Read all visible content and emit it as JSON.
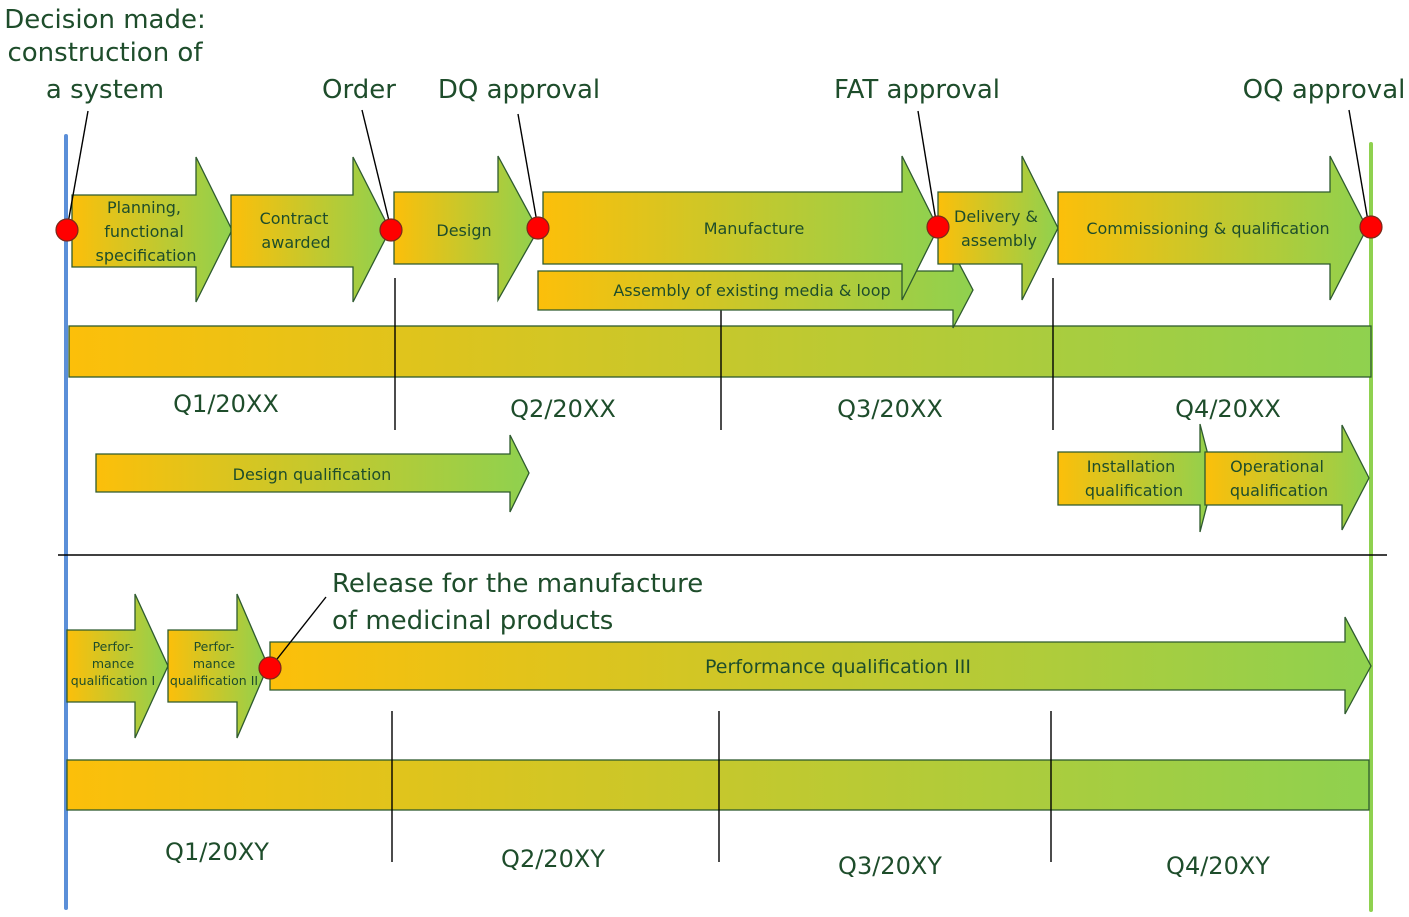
{
  "colors": {
    "gradient_start": "#fcbf0a",
    "gradient_end": "#8fd14f",
    "start_line": "#5b8fd8",
    "end_line": "#8fd14f",
    "milestone": "#ff0000",
    "text": "#1e4d2b"
  },
  "milestones_top": [
    {
      "label_lines": [
        "Decision made:",
        "construction of",
        "a system"
      ]
    },
    {
      "label_lines": [
        "Order"
      ]
    },
    {
      "label_lines": [
        "DQ approval"
      ]
    },
    {
      "label_lines": [
        "FAT approval"
      ]
    },
    {
      "label_lines": [
        "OQ approval"
      ]
    }
  ],
  "milestones_bottom": [
    {
      "label_lines": [
        "Release for the manufacture",
        "of medicinal products"
      ]
    }
  ],
  "phases_top": [
    {
      "label_lines": [
        "Planning,",
        "functional",
        "specification"
      ]
    },
    {
      "label_lines": [
        "Contract",
        "awarded"
      ]
    },
    {
      "label_lines": [
        "Design"
      ]
    },
    {
      "label_lines": [
        "Manufacture"
      ]
    },
    {
      "label_lines": [
        "Delivery &",
        "assembly"
      ]
    },
    {
      "label_lines": [
        "Commissioning & qualification"
      ]
    },
    {
      "label_lines": [
        "Assembly of existing media & loop"
      ]
    }
  ],
  "qualification_top": [
    {
      "label_lines": [
        "Design qualification"
      ]
    },
    {
      "label_lines": [
        "Installation",
        "qualification"
      ]
    },
    {
      "label_lines": [
        "Operational",
        "qualification"
      ]
    }
  ],
  "phases_bottom": [
    {
      "label_lines": [
        "Perfor-",
        "mance",
        "qualification I"
      ]
    },
    {
      "label_lines": [
        "Perfor-",
        "mance",
        "qualification II"
      ]
    },
    {
      "label_lines": [
        "Performance qualification III"
      ]
    }
  ],
  "quarters_top": [
    "Q1/20XX",
    "Q2/20XX",
    "Q3/20XX",
    "Q4/20XX"
  ],
  "quarters_bottom": [
    "Q1/20XY",
    "Q2/20XY",
    "Q3/20XY",
    "Q4/20XY"
  ]
}
